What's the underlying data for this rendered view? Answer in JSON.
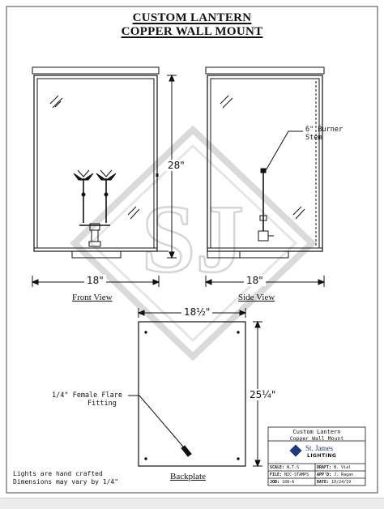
{
  "title": {
    "line1": "CUSTOM LANTERN",
    "line2": "COPPER WALL MOUNT"
  },
  "views": {
    "front": {
      "label": "Front View",
      "width_dim": "18\""
    },
    "side": {
      "label": "Side View",
      "width_dim": "18\"",
      "height_dim": "28\"",
      "callout": [
        "6\" Burner",
        "Stem"
      ]
    },
    "backplate": {
      "label": "Backplate",
      "width_dim": "18½\"",
      "height_dim": "25¼\"",
      "callout": [
        "1/4\" Female Flare",
        "Fitting"
      ]
    }
  },
  "notes": [
    "Lights are hand crafted",
    "Dimensions may vary by 1/4\""
  ],
  "title_block": {
    "title_line1": "Custom Lantern",
    "title_line2": "Copper Wall Mount",
    "brand_line1": "St. James",
    "brand_line2": "LIGHTING",
    "rows": [
      {
        "label1": "SCALE:",
        "value1": "N.T.S",
        "label2": "DRAFT:",
        "value2": "B. Vial"
      },
      {
        "label1": "FILE:",
        "value1": "NIC-STAMPS",
        "label2": "APP'D:",
        "value2": "J. Ragan"
      },
      {
        "label1": "JOB:",
        "value1": "108-A",
        "label2": "DATE:",
        "value2": "10/24/19"
      }
    ]
  },
  "watermark_text": "SJ",
  "colors": {
    "line": "#111111",
    "watermark": "#cfcfcf",
    "brand": "#1f3a7a"
  }
}
